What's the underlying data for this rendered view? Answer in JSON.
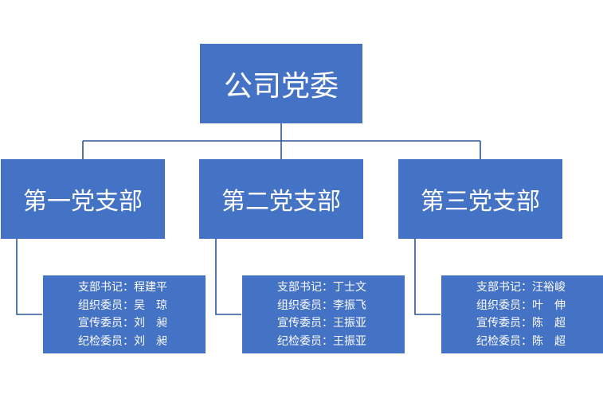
{
  "root": {
    "label": "公司党委"
  },
  "branches": [
    {
      "label": "第一党支部",
      "members": [
        {
          "role": "支部书记：",
          "name": "程建平"
        },
        {
          "role": "组织委员：",
          "name": "吴　琼"
        },
        {
          "role": "宣传委员：",
          "name": "刘　昶"
        },
        {
          "role": "纪检委员：",
          "name": "刘　昶"
        }
      ]
    },
    {
      "label": "第二党支部",
      "members": [
        {
          "role": "支部书记：",
          "name": "丁士文"
        },
        {
          "role": "组织委员：",
          "name": "李振飞"
        },
        {
          "role": "宣传委员：",
          "name": "王振亚"
        },
        {
          "role": "纪检委员：",
          "name": "王振亚"
        }
      ]
    },
    {
      "label": "第三党支部",
      "members": [
        {
          "role": "支部书记：",
          "name": "汪裕峻"
        },
        {
          "role": "组织委员：",
          "name": "叶　伸"
        },
        {
          "role": "宣传委员：",
          "name": "陈　超"
        },
        {
          "role": "纪检委员：",
          "name": "陈　超"
        }
      ]
    }
  ],
  "colors": {
    "box_fill": "#4472c4",
    "connector": "#2f5597",
    "text": "#ffffff"
  }
}
